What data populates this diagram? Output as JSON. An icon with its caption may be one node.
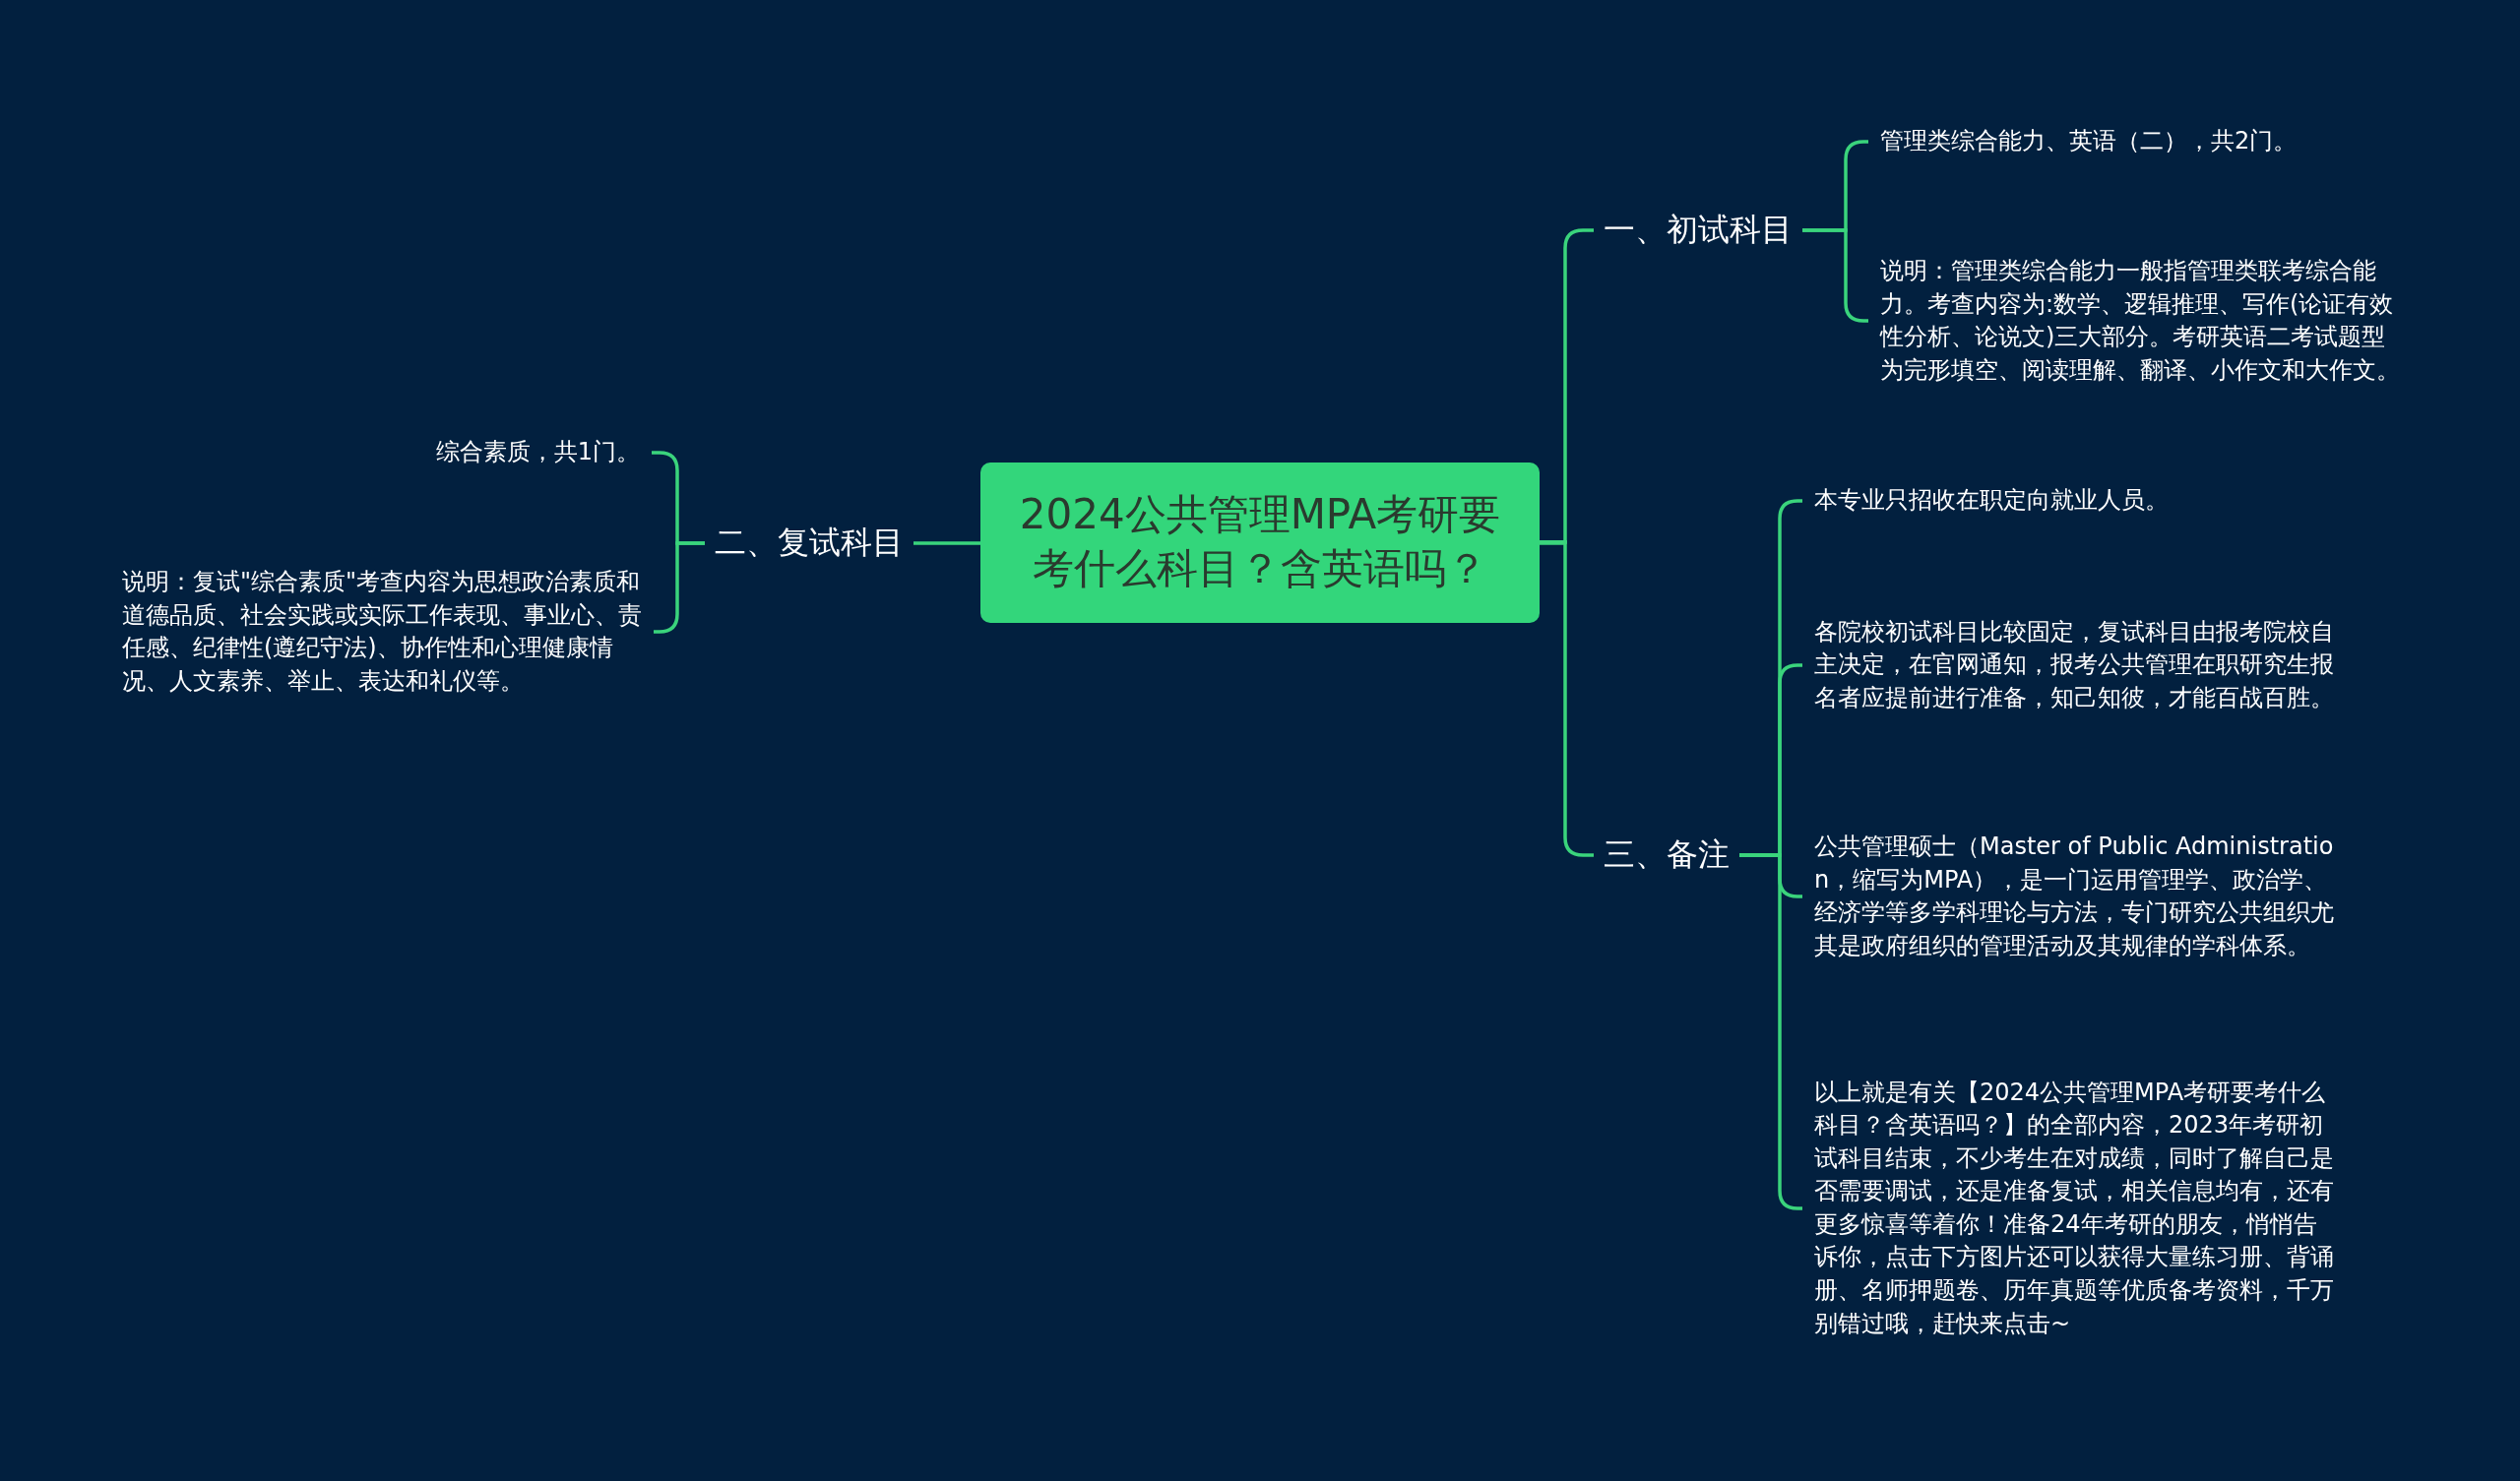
{
  "diagram": {
    "nodes": [
      {
        "text": [
          "2024公共管理MPA考研要考什么科目？含英语吗？"
        ]
      },
      {
        "text": [
          "一、初试科目"
        ]
      },
      {
        "text": [
          "管理类综合能力、英语（二），共2门。"
        ]
      },
      {
        "text": [
          "说明：管理类综合能力一般指管理类联考综合能力。考查内容为:数学、逻辑推理、写作(论证有效性分析、论说文)三大部分。考研英语二考试题型为完形填空、阅读理解、翻译、小作文和大作文。"
        ]
      },
      {
        "text": [
          "二、复试科目"
        ]
      },
      {
        "text": [
          "综合素质，共1门。"
        ]
      },
      {
        "text": [
          "说明：复试\"综合素质\"考查内容为思想政治素质和道德品质、社会实践或实际工作表现、事业心、责任感、纪律性(遵纪守法)、协作性和心理健康情况、人文素养、举止、表达和礼仪等。"
        ]
      },
      {
        "text": [
          "三、备注"
        ]
      },
      {
        "text": [
          "本专业只招收在职定向就业人员。"
        ]
      },
      {
        "text": [
          "各院校初试科目比较固定，复试科目由报考院校自主决定，在官网通知，报考公共管理在职研究生报名者应提前进行准备，知己知彼，才能百战百胜。"
        ]
      },
      {
        "text": [
          "公共管理硕士（Master of Public Administration，缩写为MPA），是一门运用管理学、政治学、经济学等多学科理论与方法，专门研究公共组织尤其是政府组织的管理活动及其规律的学科体系。"
        ]
      },
      {
        "text": [
          "以上就是有关【2024公共管理MPA考研要考什么科目？含英语吗？】的全部内容，2023年考研初试科目结束，不少考生在对成绩，同时了解自己是否需要调试，还是准备复试，相关信息均有，还有更多惊喜等着你！准备24年考研的朋友，悄悄告诉你，点击下方图片还可以获得大量练习册、背诵册、名师押题卷、历年真题等优质备考资料，千万别错过哦，赶快来点击~"
        ]
      }
    ],
    "edges": [
      {
        "from": 0,
        "to": 1,
        "arrow": "none"
      },
      {
        "from": 1,
        "to": 2,
        "arrow": "none"
      },
      {
        "from": 1,
        "to": 3,
        "arrow": "none"
      },
      {
        "from": 0,
        "to": 4,
        "arrow": "none"
      },
      {
        "from": 4,
        "to": 5,
        "arrow": "none"
      },
      {
        "from": 4,
        "to": 6,
        "arrow": "none"
      },
      {
        "from": 0,
        "to": 7,
        "arrow": "none"
      },
      {
        "from": 7,
        "to": 8,
        "arrow": "none"
      },
      {
        "from": 7,
        "to": 9,
        "arrow": "none"
      },
      {
        "from": 7,
        "to": 10,
        "arrow": "none"
      },
      {
        "from": 7,
        "to": 11,
        "arrow": "none"
      }
    ]
  }
}
